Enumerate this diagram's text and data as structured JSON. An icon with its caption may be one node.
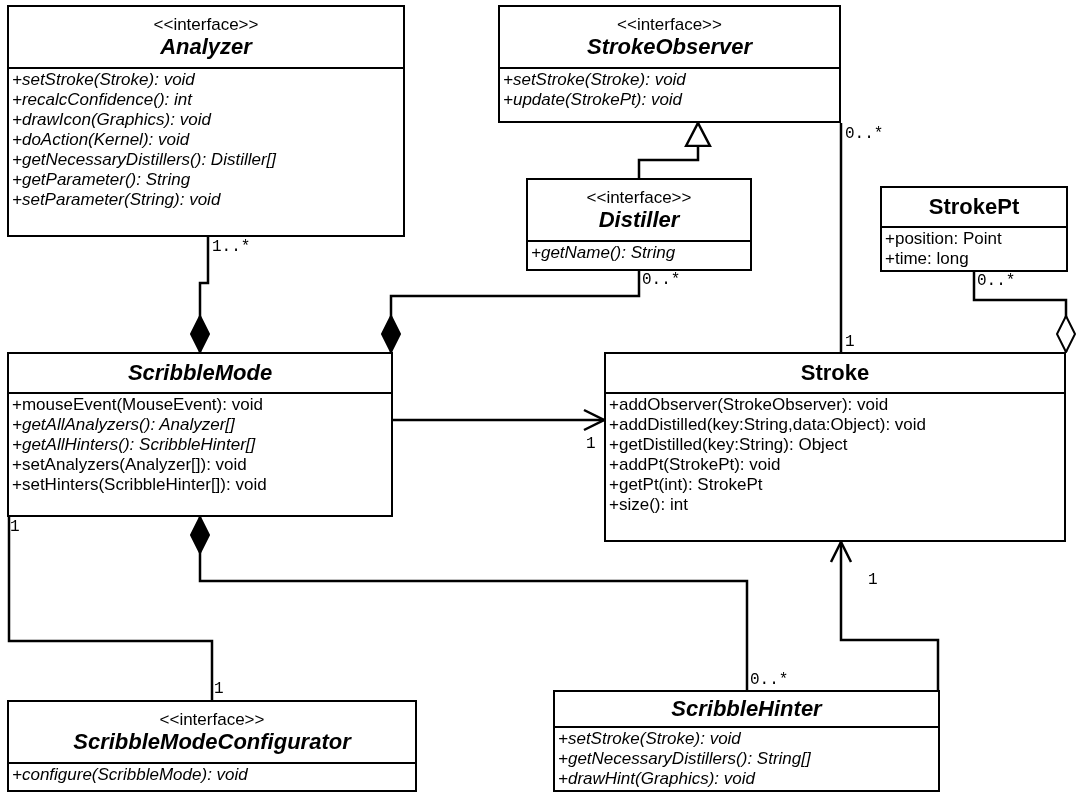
{
  "diagram": {
    "nodes": [
      {
        "text": [
          "<<interface>>",
          "Analyzer",
          "+setStroke(Stroke): void",
          "+recalcConfidence(): int",
          "+drawIcon(Graphics): void",
          "+doAction(Kernel): void",
          "+getNecessaryDistillers(): Distiller[]",
          "+getParameter(): String",
          "+setParameter(String): void"
        ]
      },
      {
        "text": [
          "<<interface>>",
          "StrokeObserver",
          "+setStroke(Stroke): void",
          "+update(StrokePt): void"
        ]
      },
      {
        "text": [
          "<<interface>>",
          "Distiller",
          "+getName(): String"
        ]
      },
      {
        "text": [
          "StrokePt",
          "+position: Point",
          "+time: long"
        ]
      },
      {
        "text": [
          "ScribbleMode",
          "+mouseEvent(MouseEvent): void",
          "+getAllAnalyzers(): Analyzer[]",
          "+getAllHinters(): ScribbleHinter[]",
          "+setAnalyzers(Analyzer[]): void",
          "+setHinters(ScribbleHinter[]): void"
        ]
      },
      {
        "text": [
          "Stroke",
          "+addObserver(StrokeObserver): void",
          "+addDistilled(key:String,data:Object): void",
          "+getDistilled(key:String): Object",
          "+addPt(StrokePt): void",
          "+getPt(int): StrokePt",
          "+size(): int"
        ]
      },
      {
        "text": [
          "<<interface>>",
          "ScribbleModeConfigurator",
          "+configure(ScribbleMode): void"
        ]
      },
      {
        "text": [
          "ScribbleHinter",
          "+setStroke(Stroke): void",
          "+getNecessaryDistillers(): String[]",
          "+drawHint(Graphics): void"
        ]
      }
    ],
    "edges": [
      {
        "from": 0,
        "to": 4,
        "arrow": "other"
      },
      {
        "from": 2,
        "to": 4,
        "arrow": "other"
      },
      {
        "from": 2,
        "to": 1,
        "arrow": "to"
      },
      {
        "from": 1,
        "to": 5,
        "arrow": "none"
      },
      {
        "from": 3,
        "to": 5,
        "arrow": "other"
      },
      {
        "from": 4,
        "to": 5,
        "arrow": "to"
      },
      {
        "from": 4,
        "to": 6,
        "arrow": "none"
      },
      {
        "from": 7,
        "to": 4,
        "arrow": "other"
      },
      {
        "from": 7,
        "to": 5,
        "arrow": "to"
      }
    ],
    "labels": [
      "0..*",
      "1..*",
      "0..*",
      "0..*",
      "1",
      "1",
      "1",
      "1",
      "1",
      "0..*"
    ]
  }
}
